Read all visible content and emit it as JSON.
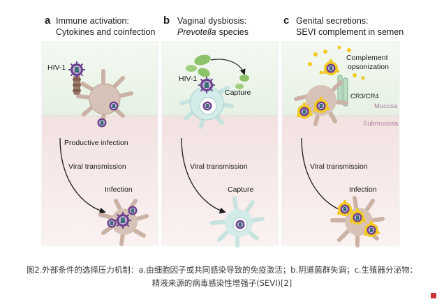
{
  "panels": [
    {
      "letter": "a",
      "title_line1": "Immune activation:",
      "title_line2": "Cytokines and coinfection",
      "hiv_label": "HIV-1",
      "productive_label": "Productive infection",
      "transmission_label": "Viral transmission",
      "outcome_label": "Infection"
    },
    {
      "letter": "b",
      "title_line1": "Vaginal dysbiosis:",
      "title_line2": "Prevotella",
      "title_line2_suffix": "species",
      "hiv_label": "HIV-1",
      "capture_label": "Capture",
      "transmission_label": "Viral transmission",
      "outcome_label": "Capture"
    },
    {
      "letter": "c",
      "title_line1": "Genital secretions:",
      "title_line2": "SEVI complement in semen",
      "complement_line1": "Complement",
      "complement_line2": "opsonization",
      "receptor_label": "CR3/CR4",
      "mucosa_label": "Mucosa",
      "submucosa_label": "Submucosa",
      "transmission_label": "Viral transmission",
      "outcome_label": "Infection"
    }
  ],
  "caption": {
    "line1": "图2.外部条件的选择压力机制：a.由细胞因子或共同感染导致的免疫激活；b.阴道菌群失调；c.生殖器分泌物：",
    "line2": "精液来源的病毒感染性增强子(SEVI)[2]"
  },
  "colors": {
    "mucosa_bg": "#eef6ec",
    "submucosa_bg": "#f6e7e6",
    "panel_border": "#e3e3e3",
    "cell_tan": "#d6c2b6",
    "cell_teal": "#d3ebe9",
    "virus_purple": "#6a3f8c",
    "complement_yellow": "#f3c822",
    "bacteria_green": "#8cc36a",
    "zone_label": "#b07ea0",
    "accent_red": "#c9343b"
  }
}
